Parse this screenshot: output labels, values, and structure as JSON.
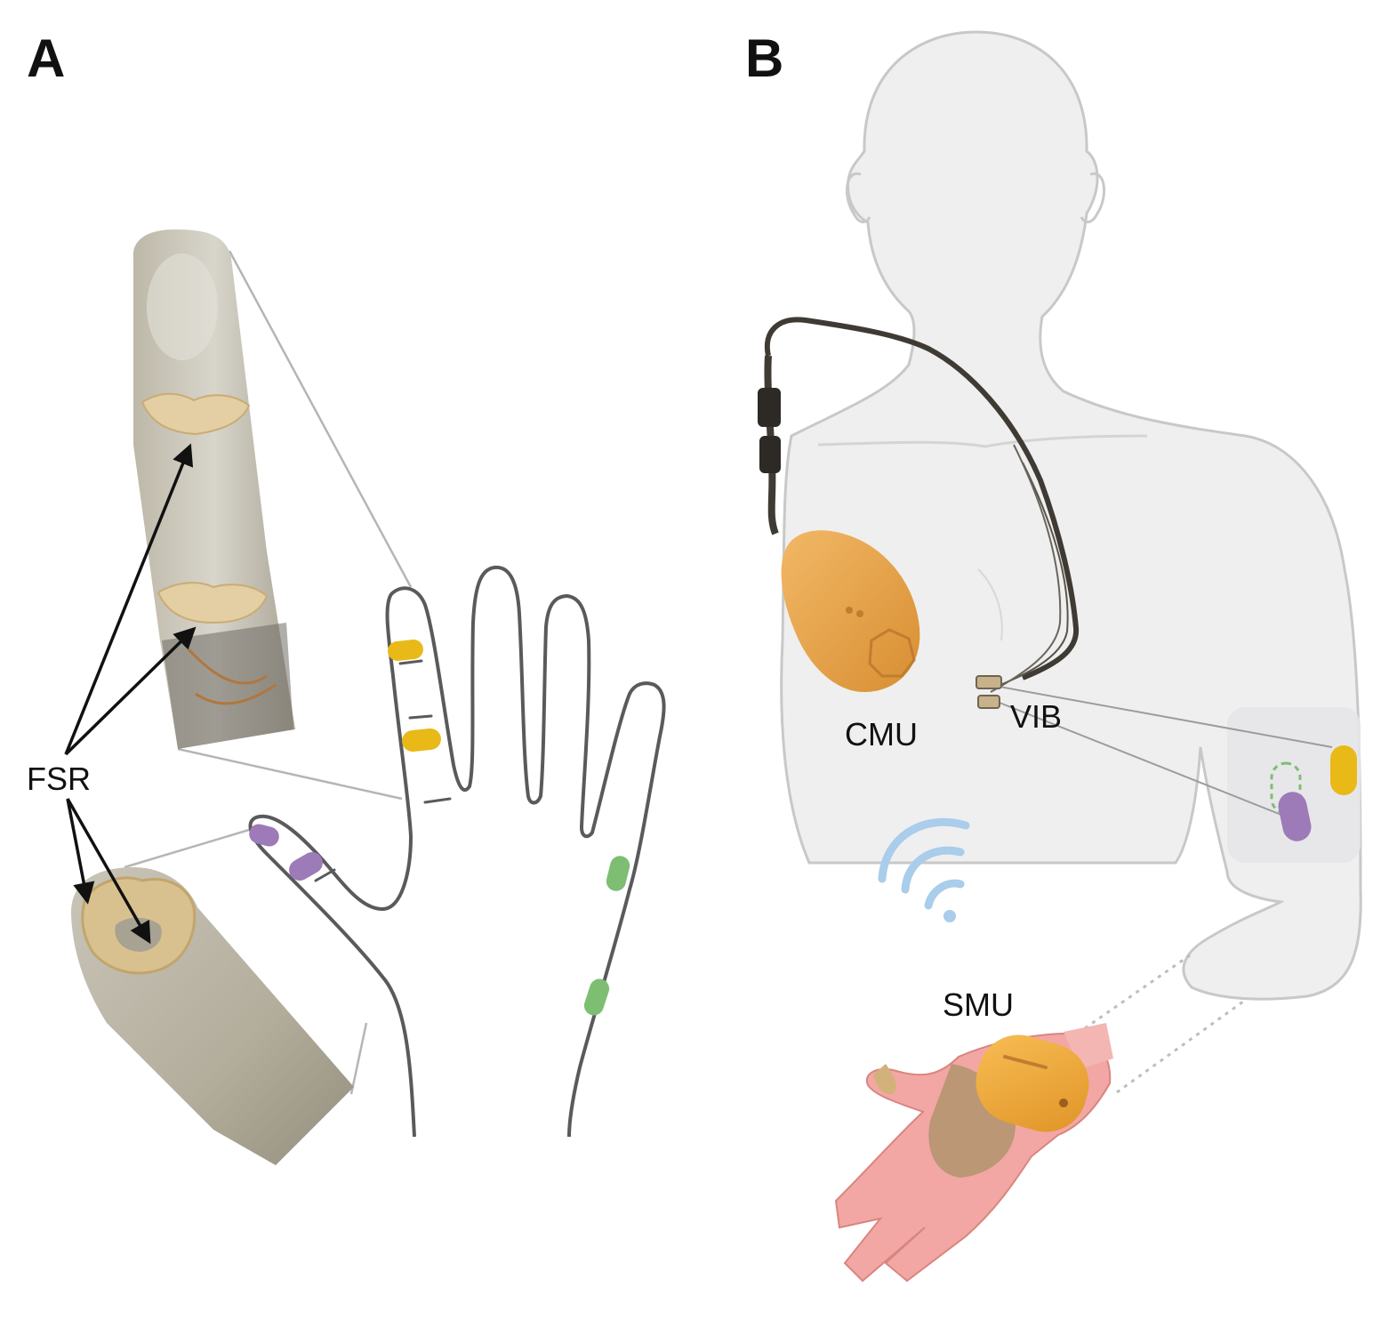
{
  "panels": [
    {
      "id": "A",
      "letter": "A"
    },
    {
      "id": "B",
      "letter": "B"
    }
  ],
  "labels": {
    "fsr": "FSR",
    "cmu": "CMU",
    "vib": "VIB",
    "smu": "SMU"
  },
  "colors": {
    "yellow_sensor": "#E9B918",
    "purple_sensor": "#9C7BB8",
    "green_sensor": "#7DBE72",
    "outline": "#555555",
    "body_fill": "#EFEFEF",
    "body_stroke": "#C8C8C8",
    "cmu_fill": "#E8A34B",
    "smu_fill": "#F2A93C",
    "wireless": "#A9CDEB",
    "prosthetic_hand": "#F2A7A4"
  },
  "icons": {
    "wireless": "wifi-icon",
    "arrow": "arrow-icon"
  }
}
